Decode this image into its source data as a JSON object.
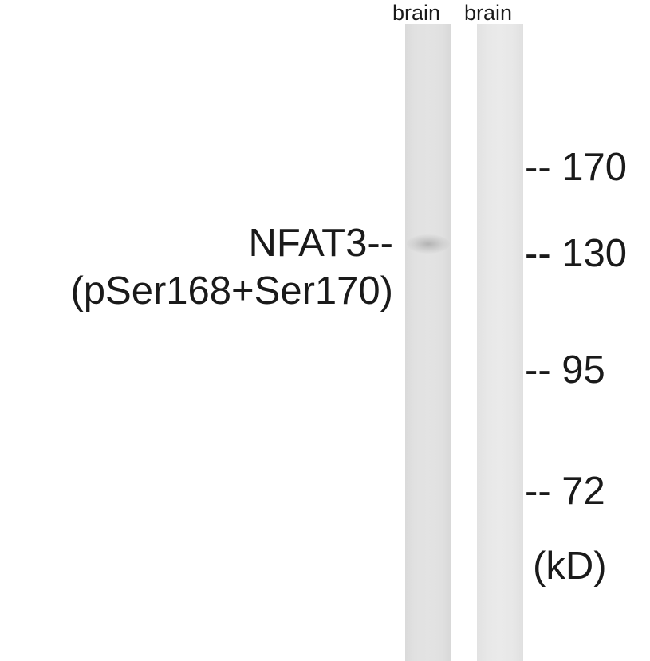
{
  "lanes": [
    {
      "label": "brain"
    },
    {
      "label": "brain"
    }
  ],
  "protein": {
    "name": "NFAT3--",
    "sites": "(pSer168+Ser170)"
  },
  "markers": [
    {
      "label": "-- 170"
    },
    {
      "label": "-- 130"
    },
    {
      "label": "-- 95"
    },
    {
      "label": "-- 72"
    }
  ],
  "unit": "(kD)"
}
